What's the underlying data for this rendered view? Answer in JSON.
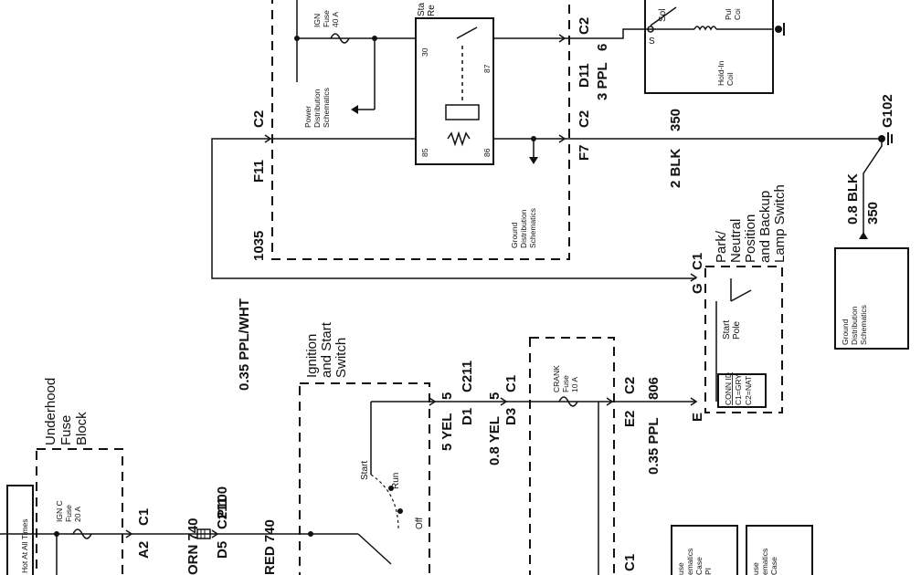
{
  "diagram": {
    "hot_label": "Hot At All Times",
    "underhood_fuse_block": [
      "Underhood",
      "Fuse",
      "Block"
    ],
    "ign_c_fuse": [
      "IGN C",
      "Fuse",
      "20 A"
    ],
    "ign_fuse": [
      "IGN",
      "Fuse",
      "40 A"
    ],
    "crank_fuse": [
      "CRANK",
      "Fuse",
      "10 A"
    ],
    "connector_labels": {
      "a2": "A2",
      "c1_a": "C1",
      "d5": "D5",
      "c211_a": "C211",
      "p100": "P100",
      "c2_top": "C2",
      "f11": "F11",
      "d11": "D11",
      "c2_d11": "C2",
      "f7": "F7",
      "c2_f7": "C2",
      "d1": "D1",
      "c211_b": "C211",
      "d3": "D3",
      "c1_b": "C1",
      "e2": "E2",
      "c2_e2": "C2",
      "g": "G",
      "c1_park": "C1",
      "e": "E",
      "s": "S",
      "g102": "G102",
      "c1_bottom": "C1"
    },
    "wires": {
      "orn_740": "ORN 740",
      "red_740": "RED 740",
      "ppl_wht_1035": "0.35 PPL/WHT",
      "circuit_1035": "1035",
      "yel_5_a": "5 YEL",
      "yel_5_b": "5",
      "yel_08_a": "0.8 YEL",
      "yel_08_b": "5",
      "ppl_806_a": "0.35 PPL",
      "ppl_806_b": "806",
      "ppl_6_a": "3 PPL",
      "ppl_6_b": "6",
      "blk_350_a": "2 BLK",
      "blk_350_b": "350",
      "blk_350_c": "0.8 BLK",
      "blk_350_d": "350"
    },
    "ignition_switch": [
      "Ignition",
      "and Start",
      "Switch"
    ],
    "switch_positions": {
      "start": "Start",
      "run": "Run",
      "off": "Off"
    },
    "relay": {
      "title": [
        "Sta",
        "Re"
      ],
      "pins": [
        "30",
        "87",
        "85",
        "86"
      ]
    },
    "power_distribution": [
      "Power",
      "Distribution",
      "Schematics"
    ],
    "ground_distribution": [
      "Ground",
      "Distribution",
      "Schematics"
    ],
    "ground_distribution_right": [
      "Ground",
      "Distribution",
      "Schematics"
    ],
    "solenoid": {
      "sol": "Sol",
      "pull": [
        "Pul",
        "Coi"
      ],
      "hold": [
        "Hold-In",
        "Coil"
      ]
    },
    "park_neutral": [
      "Park/",
      "Neutral",
      "Position",
      "and Backup",
      "Lamp Switch"
    ],
    "start_pole": [
      "Start",
      "Pole"
    ],
    "conn_id": {
      "title": "CONN ID",
      "c1": "C1=GRY",
      "c2": "C2=NAT"
    },
    "bottom_boxes": [
      [
        "use",
        "ematics",
        "Case",
        "PI"
      ],
      [
        "use",
        "ematics",
        "Case"
      ]
    ]
  }
}
